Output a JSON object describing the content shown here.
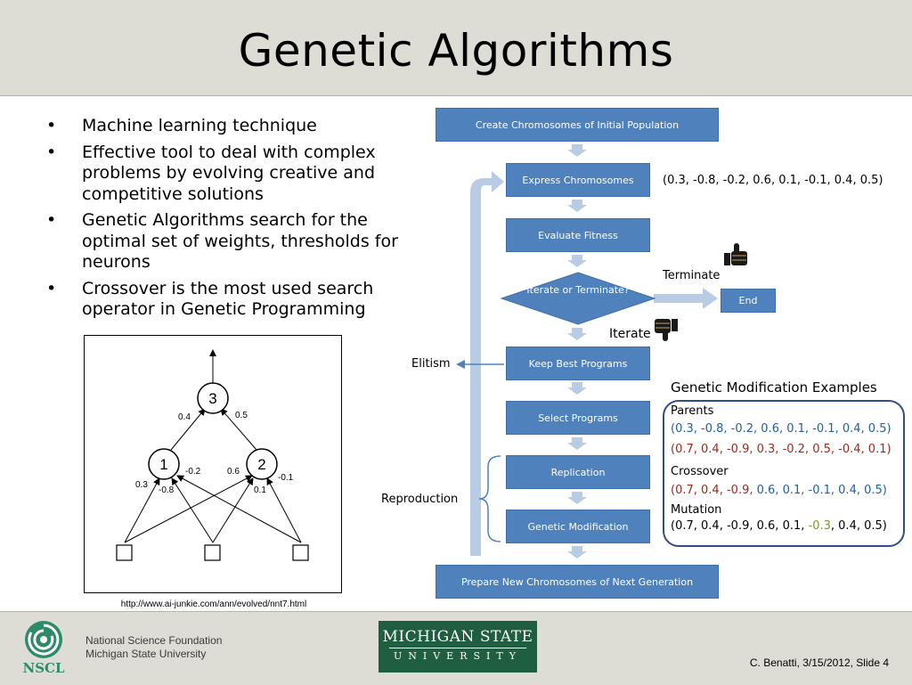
{
  "slide": {
    "title": "Genetic Algorithms"
  },
  "bullets": [
    {
      "marker": "•",
      "text": "Machine learning technique"
    },
    {
      "marker": "•",
      "text": "Effective tool to deal with complex problems by evolving creative and competitive solutions"
    },
    {
      "marker": "•",
      "text": "Genetic Algorithms search for the optimal set of weights, thresholds for neurons"
    },
    {
      "marker": "•",
      "text": "Crossover is the most used search operator in Genetic Programming"
    }
  ],
  "network": {
    "nodes": [
      "3",
      "1",
      "2"
    ],
    "weights": {
      "w31": "0.4",
      "w32": "0.5",
      "in1_a": "0.3",
      "in1_b": "-0.8",
      "in1_c": "-0.2",
      "in2_a": "0.6",
      "in2_b": "0.1",
      "in2_c": "-0.1"
    },
    "source_url": "http://www.ai-junkie.com/ann/evolved/nnt7.html"
  },
  "flowchart": {
    "create": "Create Chromosomes of Initial Population",
    "express": "Express Chromosomes",
    "evaluate": "Evaluate Fitness",
    "decision": "Iterate or Terminate?",
    "end": "End",
    "keep_best": "Keep Best Programs",
    "select": "Select Programs",
    "replication": "Replication",
    "modification": "Genetic Modification",
    "prepare": "Prepare New Chromosomes of Next Generation",
    "terminate_label": "Terminate",
    "iterate_label": "Iterate",
    "elitism_label": "Elitism",
    "reproduction_label": "Reproduction",
    "chromosome_example": "(0.3, -0.8, -0.2, 0.6, 0.1, -0.1, 0.4, 0.5)",
    "colors": {
      "box": "#4f81bd",
      "arrow": "#b8cce4"
    },
    "icons": {
      "thumbs_up": "thumbs-up-icon",
      "thumbs_down": "thumbs-down-icon"
    }
  },
  "genetic_modification": {
    "title": "Genetic Modification Examples",
    "parents_label": "Parents",
    "crossover_label": "Crossover",
    "mutation_label": "Mutation",
    "colors": {
      "blue": "#1f5fa6",
      "red": "#9b2a1a",
      "green": "#7a9a2e",
      "panel_border": "#2e4f7f"
    },
    "parent1": [
      {
        "t": "(0.3,",
        "c": "blue"
      },
      {
        "t": " -0.8,",
        "c": "blue"
      },
      {
        "t": " -0.2,",
        "c": "blue"
      },
      {
        "t": " 0.6,",
        "c": "blue"
      },
      {
        "t": " 0.1,",
        "c": "blue"
      },
      {
        "t": " -0.1,",
        "c": "blue"
      },
      {
        "t": " 0.4,",
        "c": "blue"
      },
      {
        "t": " 0.5)",
        "c": "blue"
      }
    ],
    "parent2": [
      {
        "t": "(0.7,",
        "c": "red"
      },
      {
        "t": " 0.4,",
        "c": "red"
      },
      {
        "t": " -0.9,",
        "c": "red"
      },
      {
        "t": " 0.3,",
        "c": "red"
      },
      {
        "t": " -0.2,",
        "c": "red"
      },
      {
        "t": " 0.5,",
        "c": "red"
      },
      {
        "t": " -0.4,",
        "c": "red"
      },
      {
        "t": " 0.1)",
        "c": "red"
      }
    ],
    "crossover": [
      {
        "t": "(0.7,",
        "c": "red"
      },
      {
        "t": " 0.4,",
        "c": "red"
      },
      {
        "t": " -0.9,",
        "c": "red"
      },
      {
        "t": " 0.6,",
        "c": "blue"
      },
      {
        "t": " 0.1,",
        "c": "blue"
      },
      {
        "t": " -0.1,",
        "c": "blue"
      },
      {
        "t": " 0.4,",
        "c": "blue"
      },
      {
        "t": " 0.5)",
        "c": "blue"
      }
    ],
    "mutation": [
      {
        "t": "(0.7,",
        "c": "black"
      },
      {
        "t": " 0.4,",
        "c": "black"
      },
      {
        "t": " -0.9,",
        "c": "black"
      },
      {
        "t": " 0.6,",
        "c": "black"
      },
      {
        "t": " 0.1,",
        "c": "black"
      },
      {
        "t": " -0.3",
        "c": "green"
      },
      {
        "t": ",",
        "c": "black"
      },
      {
        "t": " 0.4,",
        "c": "black"
      },
      {
        "t": " 0.5)",
        "c": "black"
      }
    ]
  },
  "footer": {
    "nscl": "NSCL",
    "nsf_line1": "National Science Foundation",
    "nsf_line2": "Michigan State University",
    "msu_line1": "MICHIGAN STATE",
    "msu_line2": "UNIVERSITY",
    "slide_info": "C. Benatti, 3/15/2012, Slide 4"
  }
}
